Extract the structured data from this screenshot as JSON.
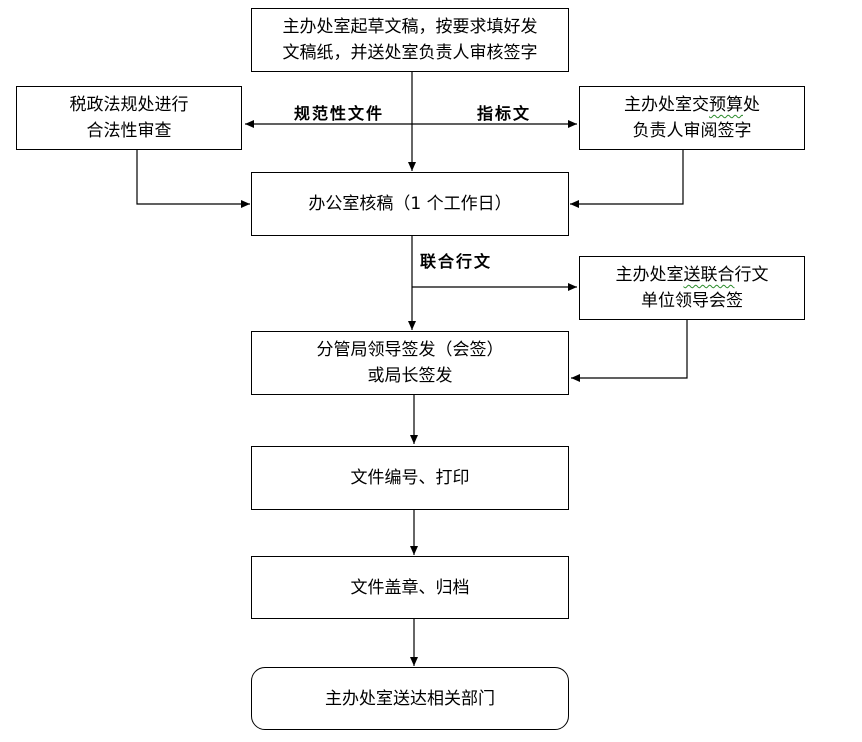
{
  "nodes": {
    "draft": "主办处室起草文稿，按要求填好发\n文稿纸，并送处室负责人审核签字",
    "legal_review": "税政法规处进行\n合法性审查",
    "budget_review_prefix": "主办处室交",
    "budget_review_marked": "预算",
    "budget_review_suffix": "处\n负责人审阅签字",
    "office_check": "办公室核稿（1 个工作日）",
    "joint_sign_prefix": "主办处室",
    "joint_sign_marked": "送联合",
    "joint_sign_suffix": "行文\n单位领导会签",
    "leader_sign": "分管局领导签发（会签）\n或局长签发",
    "numbering": "文件编号、打印",
    "sealing": "文件盖章、归档",
    "delivery": "主办处室送达相关部门"
  },
  "edge_labels": {
    "normative": "规范性文件",
    "indicator": "指标文",
    "joint": "联合行文"
  }
}
